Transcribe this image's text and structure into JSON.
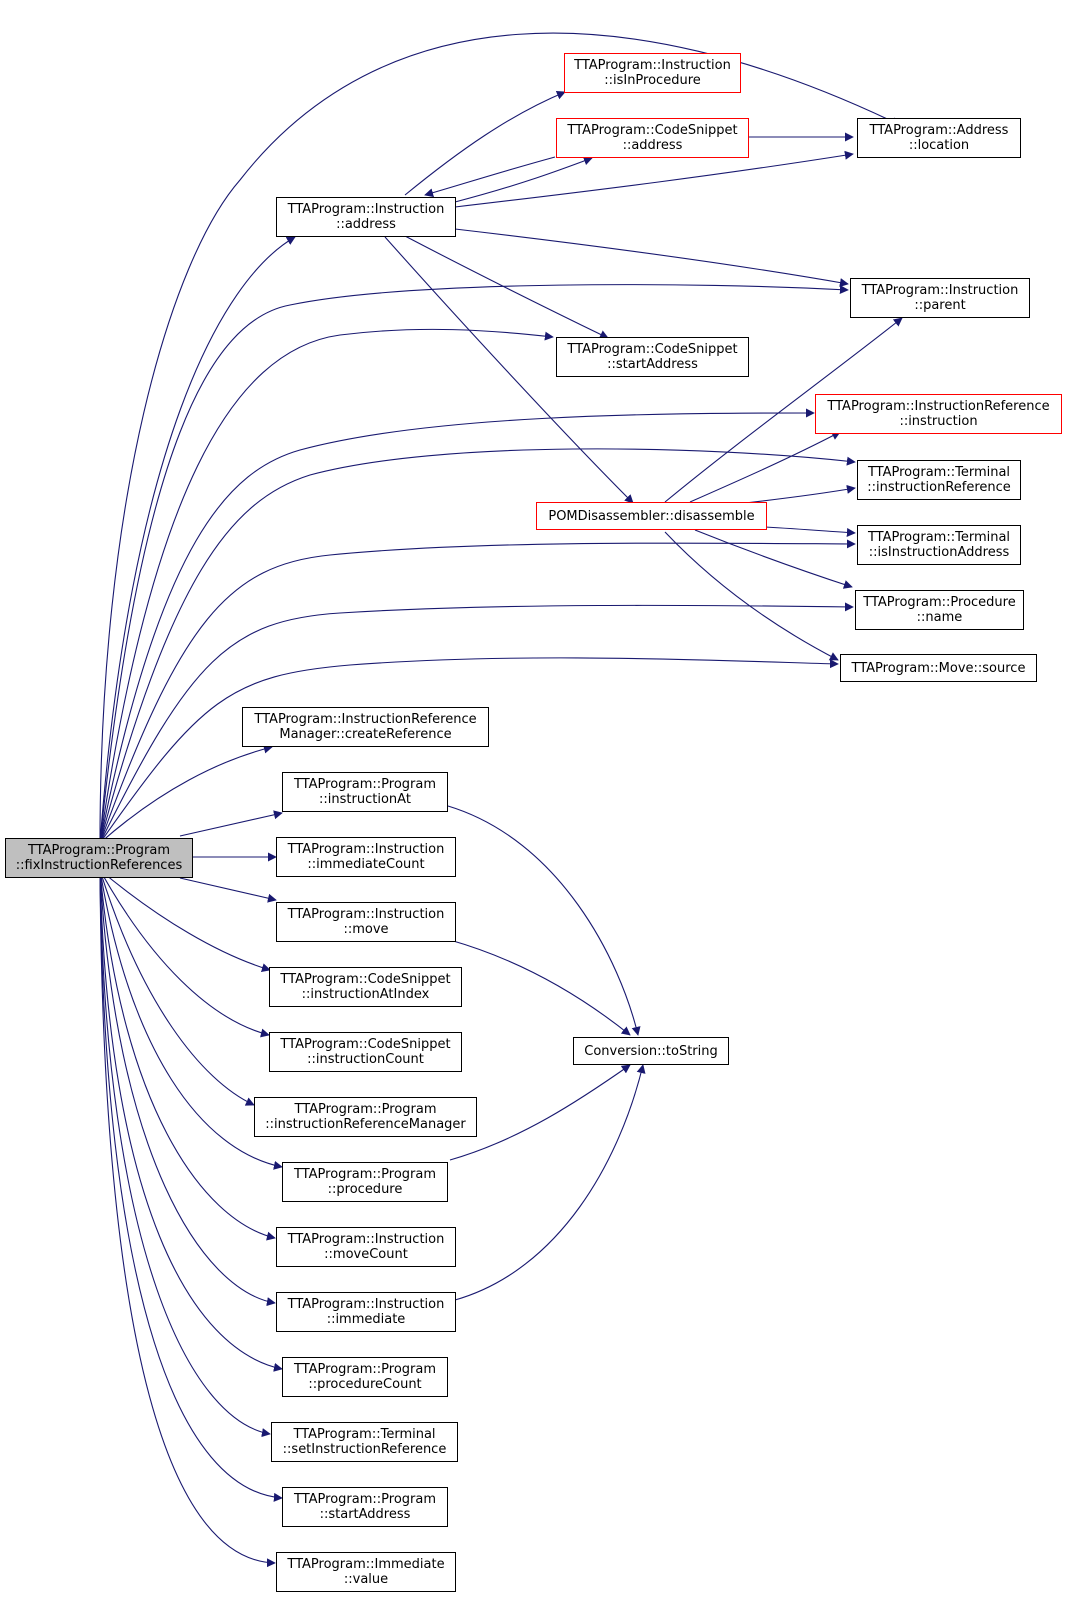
{
  "colors": {
    "edge": "#191970",
    "node_border": "#000000",
    "red_border": "#ff0000",
    "root_fill": "#bfbfbf"
  },
  "nodes": {
    "root": {
      "lines": [
        "TTAProgram::Program",
        "::fixInstructionReferences"
      ]
    },
    "instr_isInProcedure": {
      "lines": [
        "TTAProgram::Instruction",
        "::isInProcedure"
      ]
    },
    "snippet_address": {
      "lines": [
        "TTAProgram::CodeSnippet",
        "::address"
      ]
    },
    "address_location": {
      "lines": [
        "TTAProgram::Address",
        "::location"
      ]
    },
    "instr_address": {
      "lines": [
        "TTAProgram::Instruction",
        "::address"
      ]
    },
    "instr_parent": {
      "lines": [
        "TTAProgram::Instruction",
        "::parent"
      ]
    },
    "snippet_startAddress": {
      "lines": [
        "TTAProgram::CodeSnippet",
        "::startAddress"
      ]
    },
    "instrref_instruction": {
      "lines": [
        "TTAProgram::InstructionReference",
        "::instruction"
      ]
    },
    "terminal_instructionReference": {
      "lines": [
        "TTAProgram::Terminal",
        "::instructionReference"
      ]
    },
    "pom_disassemble": {
      "lines": [
        "POMDisassembler::disassemble"
      ]
    },
    "terminal_isInstructionAddress": {
      "lines": [
        "TTAProgram::Terminal",
        "::isInstructionAddress"
      ]
    },
    "procedure_name": {
      "lines": [
        "TTAProgram::Procedure",
        "::name"
      ]
    },
    "move_source": {
      "lines": [
        "TTAProgram::Move::source"
      ]
    },
    "irm_createReference": {
      "lines": [
        "TTAProgram::InstructionReference",
        "Manager::createReference"
      ]
    },
    "program_instructionAt": {
      "lines": [
        "TTAProgram::Program",
        "::instructionAt"
      ]
    },
    "instr_immediateCount": {
      "lines": [
        "TTAProgram::Instruction",
        "::immediateCount"
      ]
    },
    "instr_move": {
      "lines": [
        "TTAProgram::Instruction",
        "::move"
      ]
    },
    "snippet_instructionAtIndex": {
      "lines": [
        "TTAProgram::CodeSnippet",
        "::instructionAtIndex"
      ]
    },
    "conversion_toString": {
      "lines": [
        "Conversion::toString"
      ]
    },
    "snippet_instructionCount": {
      "lines": [
        "TTAProgram::CodeSnippet",
        "::instructionCount"
      ]
    },
    "program_irm": {
      "lines": [
        "TTAProgram::Program",
        "::instructionReferenceManager"
      ]
    },
    "program_procedure": {
      "lines": [
        "TTAProgram::Program",
        "::procedure"
      ]
    },
    "instr_moveCount": {
      "lines": [
        "TTAProgram::Instruction",
        "::moveCount"
      ]
    },
    "instr_immediate": {
      "lines": [
        "TTAProgram::Instruction",
        "::immediate"
      ]
    },
    "program_procedureCount": {
      "lines": [
        "TTAProgram::Program",
        "::procedureCount"
      ]
    },
    "terminal_setInstructionReference": {
      "lines": [
        "TTAProgram::Terminal",
        "::setInstructionReference"
      ]
    },
    "program_startAddress": {
      "lines": [
        "TTAProgram::Program",
        "::startAddress"
      ]
    },
    "immediate_value": {
      "lines": [
        "TTAProgram::Immediate",
        "::value"
      ]
    }
  }
}
